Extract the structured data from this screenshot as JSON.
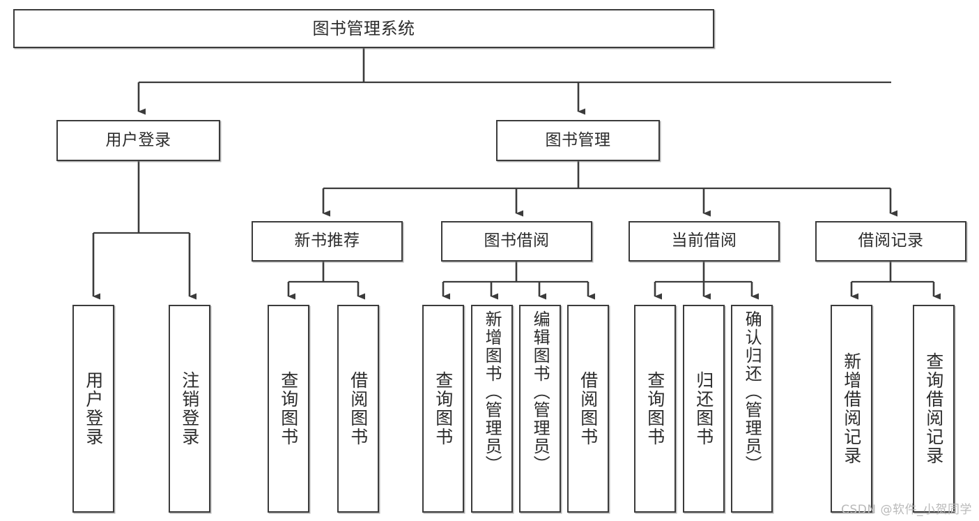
{
  "diagram": {
    "title": "图书管理系统",
    "type": "tree-hierarchy-chart",
    "watermark": "CSDN @软件_小贺同学",
    "colors": {
      "background": "#ffffff",
      "box_border": "#3b3b3b",
      "box_fill": "#ffffff",
      "connector": "#3b3b3b",
      "text": "#2b2b2b",
      "watermark": "#b9b9b9"
    },
    "levels": {
      "level1": [
        "图书管理系统"
      ],
      "level2": [
        "用户登录",
        "图书管理"
      ],
      "level3": [
        "新书推荐",
        "图书借阅",
        "当前借阅",
        "借阅记录"
      ],
      "level4": [
        "用户登录",
        "注销登录",
        "查询图书",
        "借阅图书",
        "查询图书",
        "新增图书（管理员）",
        "编辑图书（管理员）",
        "借阅图书",
        "查询图书",
        "归还图书",
        "确认归还（管理员）",
        "新增借阅记录",
        "查询借阅记录"
      ]
    },
    "nodes": {
      "root": {
        "label": "图书管理系统"
      },
      "user_login": {
        "label": "用户登录"
      },
      "book_manage": {
        "label": "图书管理"
      },
      "new_book_rec": {
        "label": "新书推荐"
      },
      "book_borrow": {
        "label": "图书借阅"
      },
      "current_borrow": {
        "label": "当前借阅"
      },
      "borrow_record": {
        "label": "借阅记录"
      },
      "leaf_user_login": {
        "label": "用户登录"
      },
      "leaf_logout": {
        "label": "注销登录"
      },
      "leaf_query_book_a": {
        "label": "查询图书"
      },
      "leaf_borrow_book_a": {
        "label": "借阅图书"
      },
      "leaf_query_book_b": {
        "label": "查询图书"
      },
      "leaf_add_book": {
        "label": "新增图书（管理员）"
      },
      "leaf_edit_book": {
        "label": "编辑图书（管理员）"
      },
      "leaf_borrow_book_b": {
        "label": "借阅图书"
      },
      "leaf_query_book_c": {
        "label": "查询图书"
      },
      "leaf_return_book": {
        "label": "归还图书"
      },
      "leaf_confirm_return": {
        "label": "确认归还（管理员）"
      },
      "leaf_add_record": {
        "label": "新增借阅记录"
      },
      "leaf_query_record": {
        "label": "查询借阅记录"
      }
    },
    "edges": [
      {
        "from": "图书管理系统",
        "to": "用户登录"
      },
      {
        "from": "图书管理系统",
        "to": "图书管理"
      },
      {
        "from": "用户登录",
        "to": "用户登录"
      },
      {
        "from": "用户登录",
        "to": "注销登录"
      },
      {
        "from": "图书管理",
        "to": "新书推荐"
      },
      {
        "from": "图书管理",
        "to": "图书借阅"
      },
      {
        "from": "图书管理",
        "to": "当前借阅"
      },
      {
        "from": "图书管理",
        "to": "借阅记录"
      },
      {
        "from": "新书推荐",
        "to": "查询图书"
      },
      {
        "from": "新书推荐",
        "to": "借阅图书"
      },
      {
        "from": "图书借阅",
        "to": "查询图书"
      },
      {
        "from": "图书借阅",
        "to": "新增图书（管理员）"
      },
      {
        "from": "图书借阅",
        "to": "编辑图书（管理员）"
      },
      {
        "from": "图书借阅",
        "to": "借阅图书"
      },
      {
        "from": "当前借阅",
        "to": "查询图书"
      },
      {
        "from": "当前借阅",
        "to": "归还图书"
      },
      {
        "from": "当前借阅",
        "to": "确认归还（管理员）"
      },
      {
        "from": "借阅记录",
        "to": "新增借阅记录"
      },
      {
        "from": "借阅记录",
        "to": "查询借阅记录"
      }
    ]
  }
}
